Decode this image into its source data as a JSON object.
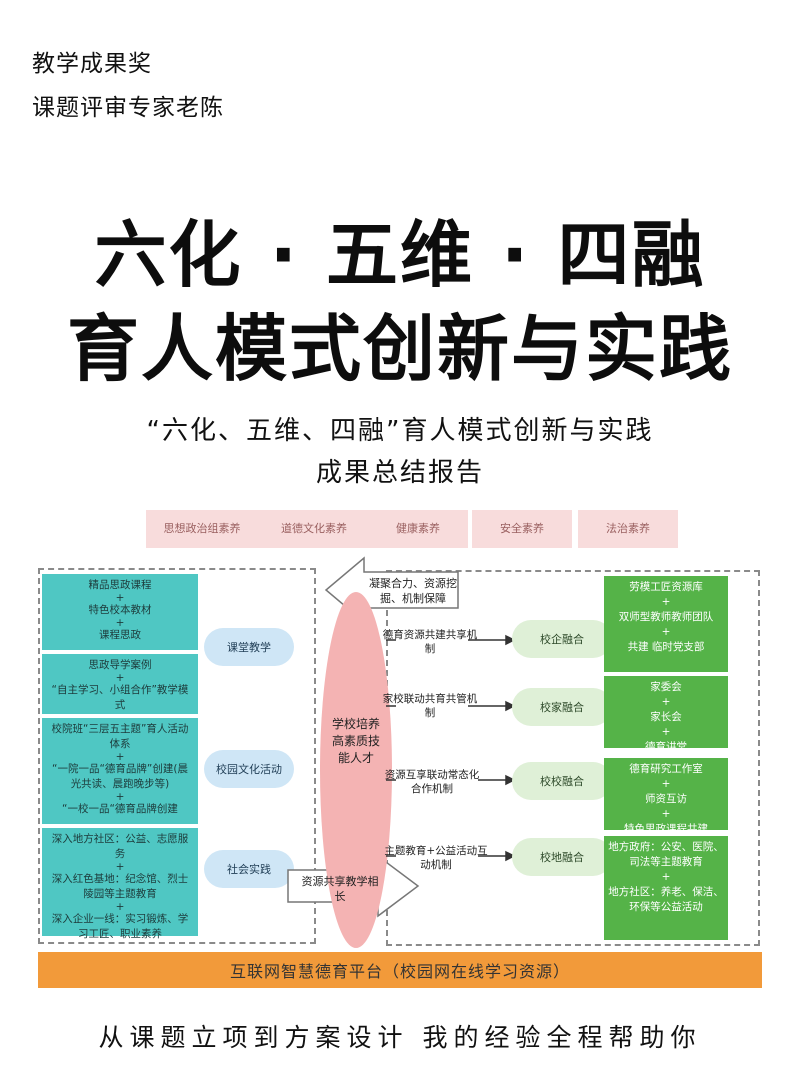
{
  "header": {
    "line1": "教学成果奖",
    "line2": "课题评审专家老陈"
  },
  "title": {
    "line1": "六化 · 五维 · 四融",
    "line2": "育人模式创新与实践"
  },
  "subtitle": {
    "line1": "“六化、五维、四融”育人模式创新与实践",
    "line2": "成果总结报告"
  },
  "diagram": {
    "literacies": [
      "思想政治组素养",
      "道德文化素养",
      "健康素养",
      "安全素养",
      "法治素养"
    ],
    "left_blocks": [
      {
        "lines": [
          "精品思政课程",
          "+",
          "特色校本教材",
          "+",
          "课程思政"
        ]
      },
      {
        "lines": [
          "思政导学案例",
          "+",
          "“自主学习、小组合作”教学模式"
        ]
      },
      {
        "lines": [
          "校院班“三层五主题”育人活动体系",
          "+",
          "“一院一品“德育品牌”创建(晨光共读、晨跑晚步等)",
          "+",
          "“一校一品“德育品牌创建"
        ]
      },
      {
        "lines": [
          "深入地方社区：公益、志愿服务",
          "+",
          "深入红色基地：纪念馆、烈士陵园等主题教育",
          "+",
          "深入企业一线：实习锻炼、学习工匠、职业素养"
        ]
      }
    ],
    "channels": [
      "课堂教学",
      "校园文化活动",
      "社会实践"
    ],
    "center": "学校培养高素质技能人才",
    "top_arrow": "凝聚合力、资源挖掘、机制保障",
    "bottom_arrow": "资源共享教学相长",
    "mechanisms": [
      "德育资源共建共享机制",
      "家校联动共育共管机制",
      "资源互享联动常态化合作机制",
      "主题教育+公益活动互动机制"
    ],
    "integrations": [
      "校企融合",
      "校家融合",
      "校校融合",
      "校地融合"
    ],
    "partners": [
      {
        "lines": [
          "劳模工匠资源库",
          "+",
          "双师型教师教师团队",
          "+",
          "共建 临时党支部"
        ]
      },
      {
        "lines": [
          "家委会",
          "+",
          "家长会",
          "+",
          "德育讲堂"
        ]
      },
      {
        "lines": [
          "德育研究工作室",
          "+",
          "师资互访",
          "+",
          "特色思政课程共建"
        ]
      },
      {
        "lines": [
          "地方政府：公安、医院、司法等主题教育",
          "+",
          "地方社区：养老、保洁、环保等公益活动"
        ]
      }
    ],
    "platform": "互联网智慧德育平台（校园网在线学习资源）"
  },
  "footer": "从课题立项到方案设计 我的经验全程帮助你",
  "colors": {
    "teal": "#4fc7c3",
    "green": "#55b348",
    "pink": "#f8dcdc",
    "orange": "#f29a3a",
    "blue_oval": "#cfe6f6",
    "green_oval": "#dff0d7",
    "center_oval": "#f4b3b3"
  }
}
